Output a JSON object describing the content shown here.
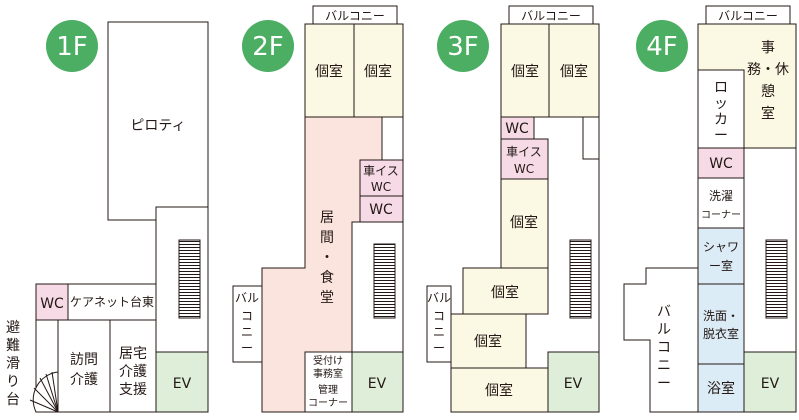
{
  "floors": [
    {
      "badge": "1F",
      "rooms": {
        "piloti": "ピロティ",
        "wc": "WC",
        "care_net": "ケアネット台東",
        "visit_care_1": "訪問",
        "visit_care_2": "介護",
        "home_support_1": "居宅",
        "home_support_2": "介護",
        "home_support_3": "支援",
        "ev": "EV",
        "escape_1": "避",
        "escape_2": "難",
        "escape_3": "滑",
        "escape_4": "り",
        "escape_5": "台"
      }
    },
    {
      "badge": "2F",
      "rooms": {
        "balcony_top": "バルコニー",
        "private_1": "個室",
        "private_2": "個室",
        "wheelchair_wc_1": "車イス",
        "wheelchair_wc_2": "WC",
        "wc": "WC",
        "living_1": "居",
        "living_2": "間",
        "living_3": "・",
        "living_4": "食",
        "living_5": "堂",
        "balcony_side_1": "バル",
        "balcony_side_2": "コ",
        "balcony_side_3": "ニ",
        "balcony_side_4": "ー",
        "reception_1": "受付け",
        "reception_2": "事務室",
        "reception_3": "管理",
        "reception_4": "コーナー",
        "ev": "EV"
      }
    },
    {
      "badge": "3F",
      "rooms": {
        "balcony_top": "バルコニー",
        "private_1": "個室",
        "private_2": "個室",
        "wc": "WC",
        "wheelchair_wc_1": "車イス",
        "wheelchair_wc_2": "WC",
        "private_3": "個室",
        "private_4": "個室",
        "private_5": "個室",
        "private_6": "個室",
        "balcony_side_1": "バル",
        "balcony_side_2": "コ",
        "balcony_side_3": "ニ",
        "balcony_side_4": "ー",
        "ev": "EV"
      }
    },
    {
      "badge": "4F",
      "rooms": {
        "balcony_top": "バルコニー",
        "office_1": "事",
        "office_2": "務・休",
        "office_3": "憩",
        "office_4": "室",
        "locker_1": "ロ",
        "locker_2": "ッ",
        "locker_3": "カ",
        "locker_4": "ー",
        "wc": "WC",
        "laundry_1": "洗濯",
        "laundry_2": "コーナー",
        "shower_1": "シャワ",
        "shower_2": "ー室",
        "changing_1": "洗面・",
        "changing_2": "脱衣室",
        "balcony_side_1": "バ",
        "balcony_side_2": "ル",
        "balcony_side_3": "コ",
        "balcony_side_4": "ニ",
        "balcony_side_5": "ー",
        "bath": "浴室",
        "ev": "EV"
      }
    }
  ],
  "colors": {
    "badge_green": "#4cae63",
    "room_cream": "#fbf8e3",
    "wc_pink": "#f6dbe6",
    "ev_green": "#deeed9",
    "living_pink": "#fbe4de",
    "bath_blue": "#dcecf7",
    "wall": "#231815"
  }
}
